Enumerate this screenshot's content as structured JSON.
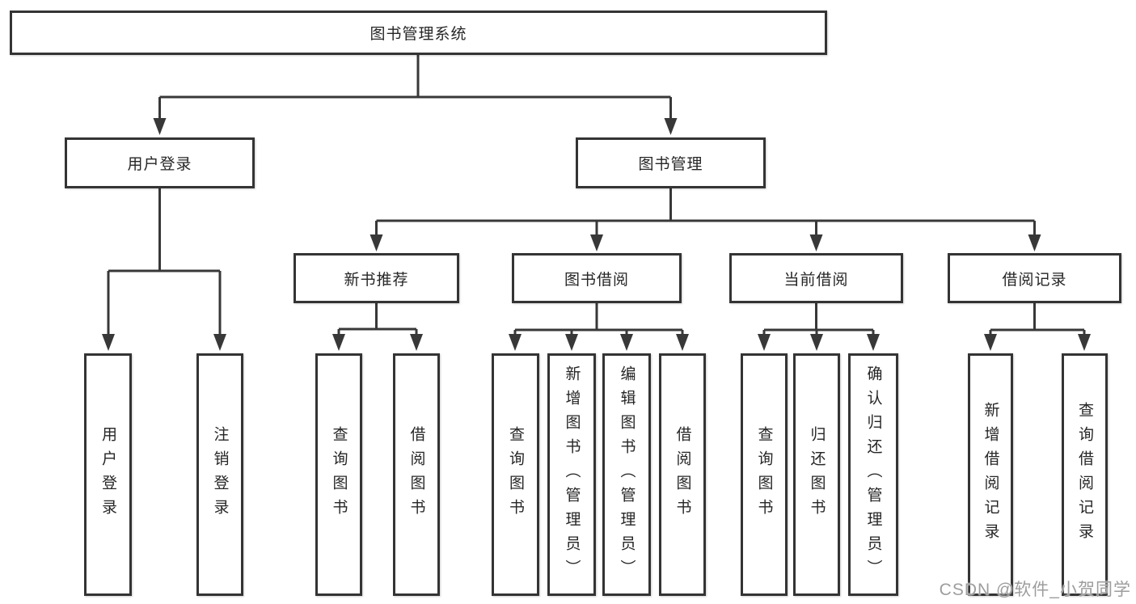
{
  "page": {
    "watermark": "CSDN @软件_小贺同学"
  },
  "colors": {
    "line": "#383838",
    "box_border": "#343434",
    "text": "#262626",
    "watermark": "#9d9d9d"
  },
  "diagram": {
    "root": {
      "label": "图书管理系统"
    },
    "level2": {
      "user_login": {
        "label": "用户登录"
      },
      "book_mgmt": {
        "label": "图书管理"
      }
    },
    "level3": {
      "new_book": {
        "label": "新书推荐"
      },
      "borrow": {
        "label": "图书借阅"
      },
      "current": {
        "label": "当前借阅"
      },
      "records": {
        "label": "借阅记录"
      }
    },
    "leaves": {
      "user_login_1": {
        "label": "用户登录"
      },
      "user_login_2": {
        "label": "注销登录"
      },
      "new_book_1": {
        "label": "查询图书"
      },
      "new_book_2": {
        "label": "借阅图书"
      },
      "borrow_1": {
        "label": "查询图书"
      },
      "borrow_2": {
        "label": "新增图书（管理员）"
      },
      "borrow_3": {
        "label": "编辑图书（管理员）"
      },
      "borrow_4": {
        "label": "借阅图书"
      },
      "current_1": {
        "label": "查询图书"
      },
      "current_2": {
        "label": "归还图书"
      },
      "current_3": {
        "label": "确认归还（管理员）"
      },
      "records_1": {
        "label": "新增借阅记录"
      },
      "records_2": {
        "label": "查询借阅记录"
      }
    }
  }
}
